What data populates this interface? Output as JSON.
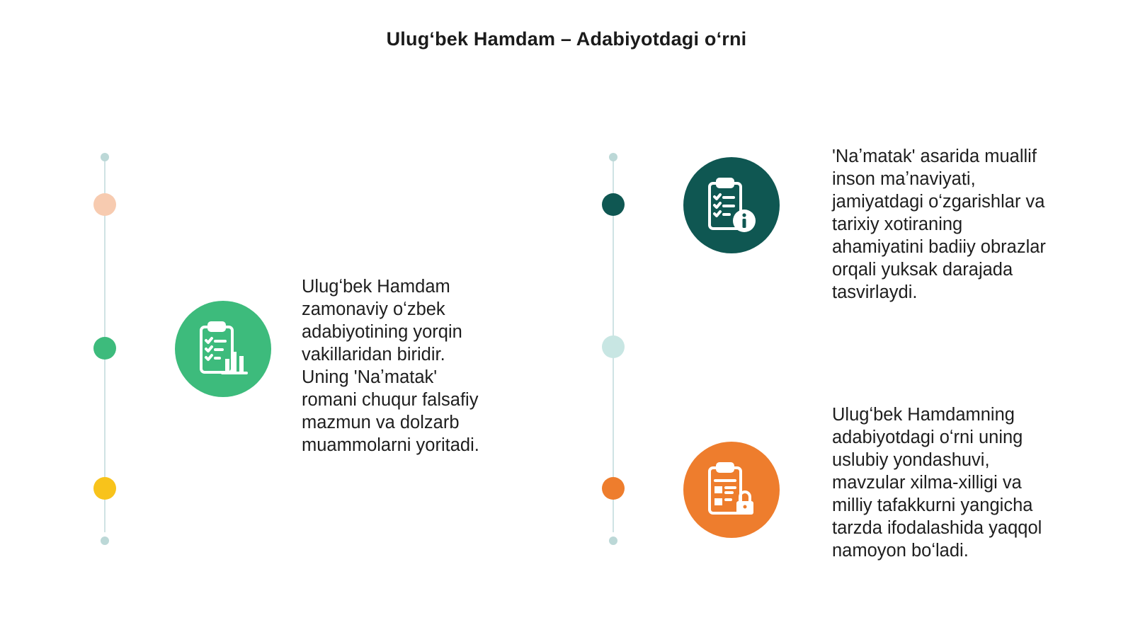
{
  "title": "Ulugʻbek Hamdam – Adabiyotdagi oʻrni",
  "colors": {
    "peach": "#f7cbb0",
    "green": "#3dbb7c",
    "yellow": "#f8c31b",
    "dark_teal": "#0f5752",
    "light_teal": "#c8e6e3",
    "orange": "#ee7d2d",
    "track": "#cfe3e4"
  },
  "items": [
    {
      "icon": "clipboard-chart-icon",
      "text": "Ulugʻbek Hamdam\nzamonaviy oʻzbek\nadabiyotining yorqin\nvakillaridan biridir.\nUning 'Naʼmatak'\nromani chuqur falsafiy\nmazmun va dolzarb\nmuammolarni yoritadi."
    },
    {
      "icon": "clipboard-info-icon",
      "text": "'Naʼmatak' asarida muallif\ninson maʼnaviyati,\njamiyatdagi oʻzgarishlar va\ntarixiy xotiraning\nahamiyatini badiiy obrazlar\norqali yuksak darajada\ntasvirlaydi."
    },
    {
      "icon": "clipboard-lock-icon",
      "text": "Ulugʻbek Hamdamning\nadabiyotdagi oʻrni uning\nuslubiy yondashuvi,\nmavzular xilma-xilligi va\nmilliy tafakkurni yangicha\ntarzda ifodalashida yaqqol\nnamoyon boʻladi."
    }
  ]
}
